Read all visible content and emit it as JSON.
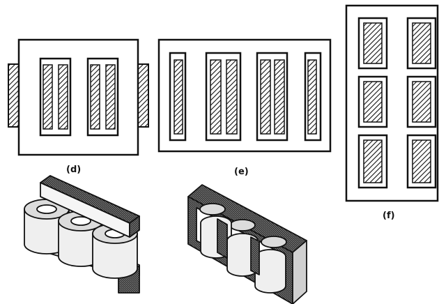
{
  "labels": {
    "d": "(d)",
    "e": "(e)",
    "f": "(f)"
  },
  "colors": {
    "ink": "#111111",
    "paper": "#ffffff",
    "coil_light": "#ececec",
    "coil_shade": "#d6d6d6"
  }
}
